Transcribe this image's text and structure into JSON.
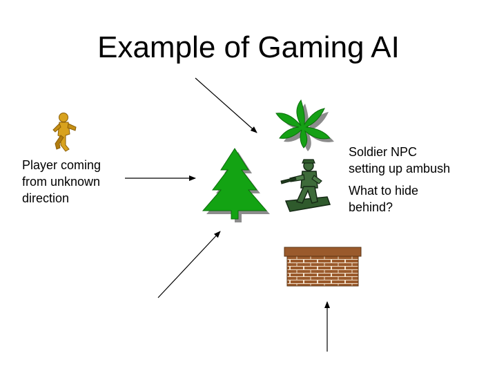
{
  "slide": {
    "title": "Example of Gaming AI"
  },
  "labels": {
    "player_line1": "Player coming",
    "player_line2": "from unknown",
    "player_line3": "direction",
    "npc_line1": "Soldier NPC",
    "npc_line2": "setting up ambush",
    "question_line1": "What to hide",
    "question_line2": "behind?"
  },
  "icons": {
    "player": "running-figure-icon",
    "bush": "palm-bush-icon",
    "tree": "pine-tree-icon",
    "soldier": "toy-soldier-icon",
    "wall": "brick-wall-icon"
  },
  "colors": {
    "tree_green": "#13a313",
    "bush_green": "#15a015",
    "soldier_green": "#3e6b3a",
    "brick": "#9a5a2c",
    "player_gold": "#d8a21e"
  }
}
